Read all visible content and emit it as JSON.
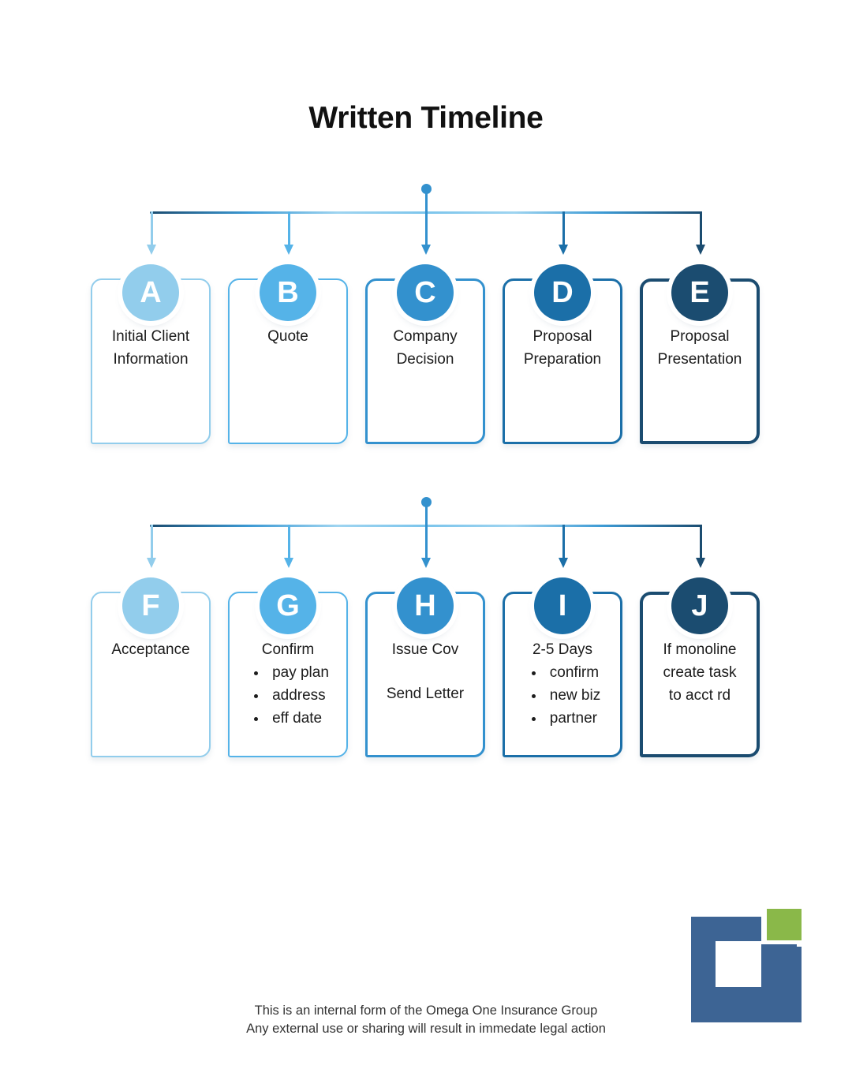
{
  "document": {
    "title": "Written Timeline"
  },
  "colors": {
    "step_a": "#92cdec",
    "step_b": "#55b3e8",
    "step_c": "#3391ce",
    "step_d": "#1b6fa8",
    "step_e": "#1b4c70",
    "logo_blue": "#3d6494",
    "logo_green": "#8ab849",
    "text": "#1c1c1c"
  },
  "rows": [
    {
      "name": "row-one",
      "steps": [
        {
          "letter": "A",
          "heading": "Initial Client",
          "heading2": "Information",
          "bullets": [],
          "color": "#92cdec",
          "border_width": "2.5px"
        },
        {
          "letter": "B",
          "heading": "Quote",
          "heading2": "",
          "bullets": [],
          "color": "#55b3e8",
          "border_width": "2.5px"
        },
        {
          "letter": "C",
          "heading": "Company",
          "heading2": "Decision",
          "bullets": [],
          "color": "#3391ce",
          "border_width": "3px"
        },
        {
          "letter": "D",
          "heading": "Proposal",
          "heading2": "Preparation",
          "bullets": [],
          "color": "#1b6fa8",
          "border_width": "3.5px"
        },
        {
          "letter": "E",
          "heading": "Proposal",
          "heading2": "Presentation",
          "bullets": [],
          "color": "#1b4c70",
          "border_width": "4px"
        }
      ]
    },
    {
      "name": "row-two",
      "steps": [
        {
          "letter": "F",
          "heading": "Acceptance",
          "heading2": "",
          "bullets": [],
          "color": "#92cdec",
          "border_width": "2.5px"
        },
        {
          "letter": "G",
          "heading": "Confirm",
          "heading2": "",
          "bullets": [
            "pay plan",
            "address",
            "eff date"
          ],
          "color": "#55b3e8",
          "border_width": "2.5px"
        },
        {
          "letter": "H",
          "heading": "Issue Cov",
          "heading2": "Send Letter",
          "spaced": true,
          "bullets": [],
          "color": "#3391ce",
          "border_width": "3px"
        },
        {
          "letter": "I",
          "heading": "2-5 Days",
          "heading2": "",
          "bullets": [
            "confirm",
            "new biz",
            "partner"
          ],
          "color": "#1b6fa8",
          "border_width": "3.5px"
        },
        {
          "letter": "J",
          "heading": "If monoline",
          "heading2": "create task",
          "heading3": "to acct rd",
          "bullets": [],
          "color": "#1b4c70",
          "border_width": "4px"
        }
      ]
    }
  ],
  "footer": {
    "line1": "This is an internal form of the Omega One Insurance Group",
    "line2": "Any external use or sharing will result in immedate legal action"
  },
  "logo": {
    "name": "omega-one-insurance-group-logo"
  }
}
